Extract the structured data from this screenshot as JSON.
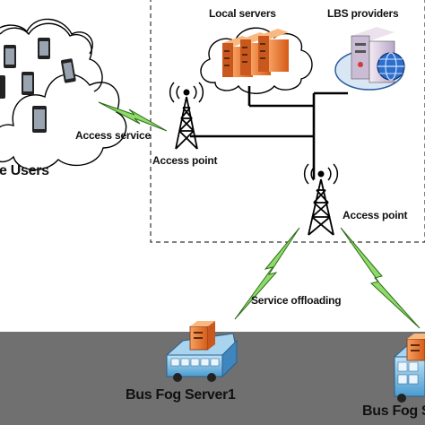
{
  "labels": {
    "local_servers": "Local servers",
    "lbs_providers": "LBS providers",
    "access_service": "Access service",
    "mobile_users": "e Users",
    "access_point_left": "Access point",
    "access_point_right": "Access point",
    "service_offloading": "Service offloading",
    "bus_fog_server_1": "Bus Fog Server1",
    "bus_fog_server_2": "Bus Fog S"
  },
  "colors": {
    "road": "#707070",
    "server_orange": "#e8742a",
    "server_dark": "#b8501a",
    "link_green": "#8edb6a",
    "bus_blue": "#5aa7d8",
    "line": "#000000"
  },
  "icons": [
    "smartphone-icon",
    "tower-icon",
    "server-rack-icon",
    "lbs-server-icon",
    "globe-icon",
    "bus-icon",
    "lightning-link-icon",
    "cloud-icon"
  ]
}
